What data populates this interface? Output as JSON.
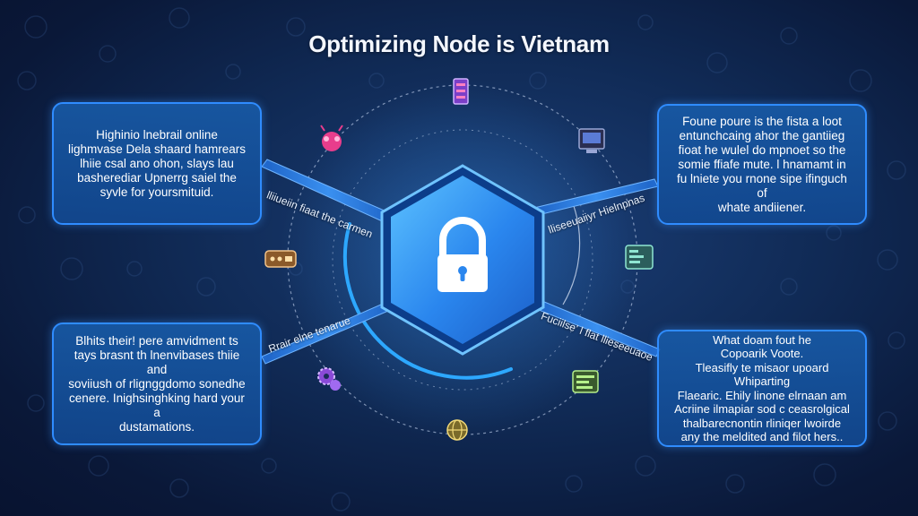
{
  "title": "Optimizing Node is Vietnam",
  "panels": {
    "top_left": "Highinio lnebrail online\nlighmvase Dela shaard hamrears\nlhiie csal ano ohon, slays lau\nbasherediar Upnerrg saiel the\nsyvle for yoursmituid.",
    "top_right": "Foune poure is the fista a loot\nentunchcaing ahor the gantiieg\nfioat he wulel do mpnoet so the\nsomie ffiafe mute. l hnamamt in\nfu lniete you rnone sipe ifinguch of\nwhate andiiener.",
    "bottom_left": "Blhits their! pere amvidment ts\ntays brasnt th lnenvibases thiie and\nsoviiush of rlignggdomo sonedhe\ncenere. Inighsinghking hard your a\ndustamations.",
    "bottom_right": "What doam fout he\nCopoarik Voote.\nTleasifly te misaor upoard Whiparting\nFlaearic. Ehily linone elrnaan am\nAcriine ilmapiar sod c ceasrolgical\nthalbarecnontin rliniqer lwoirde\nany the meldited and filot hers.."
  },
  "connector_labels": {
    "top_left": "lliiueiin fiaat the carmen",
    "top_right": "lliseeuaiiyr Hielnpnas",
    "bottom_left": "Rrair elne tenarue",
    "bottom_right": "Fuciilse' l flat llieseeuaoe"
  },
  "icons": {
    "center": "padlock-icon",
    "top": "server-tower-icon",
    "top_left": "bug-icon",
    "top_right": "monitor-icon",
    "left": "router-icon",
    "right": "database-icon",
    "bottom_left": "gear-cluster-icon",
    "bottom_right": "terminal-icon",
    "bottom": "globe-icon"
  },
  "colors": {
    "accent": "#2f8cff",
    "hexagon": "#2a8ff0",
    "background": "#0c1d44"
  }
}
